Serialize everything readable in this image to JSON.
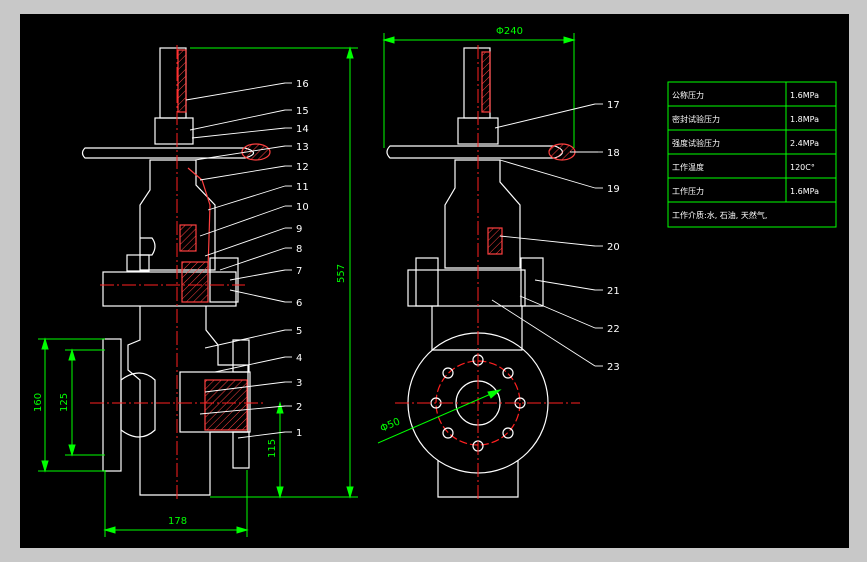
{
  "colors": {
    "background": "#000000",
    "outline": "#ffffff",
    "centerline": "#ff2020",
    "dimension": "#00ff00",
    "leader": "#ffffff",
    "table_border": "#00ff00",
    "window_frame": "#c8c8c8"
  },
  "dimensions": {
    "height_total": "557",
    "flange_outer": "160",
    "flange_inner": "125",
    "bottom_height": "115",
    "width_bottom": "178",
    "handwheel_dia": "Φ240",
    "bore_dia": "Φ50"
  },
  "part_labels": {
    "p1": "1",
    "p2": "2",
    "p3": "3",
    "p4": "4",
    "p5": "5",
    "p6": "6",
    "p7": "7",
    "p8": "8",
    "p9": "9",
    "p10": "10",
    "p11": "11",
    "p12": "12",
    "p13": "13",
    "p14": "14",
    "p15": "15",
    "p16": "16",
    "p17": "17",
    "p18": "18",
    "p19": "19",
    "p20": "20",
    "p21": "21",
    "p22": "22",
    "p23": "23"
  },
  "spec_table": {
    "rows": [
      {
        "label": "公称压力",
        "value": "1.6MPa"
      },
      {
        "label": "密封试验压力",
        "value": "1.8MPa"
      },
      {
        "label": "强度试验压力",
        "value": "2.4MPa"
      },
      {
        "label": "工作温度",
        "value": "120C°"
      },
      {
        "label": "工作压力",
        "value": "1.6MPa"
      }
    ],
    "medium": "工作介质:水, 石油, 天然气,"
  }
}
